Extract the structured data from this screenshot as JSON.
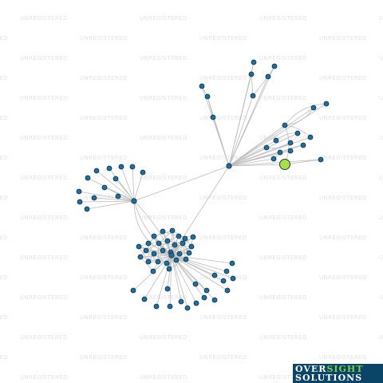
{
  "watermark": {
    "text": "UNREGISTERED"
  },
  "logo": {
    "part1": "OVER",
    "part2": "SIGHT",
    "line2": "SOLUTIONS",
    "bg_color": "#0a4466",
    "accent_color": "#7fd040"
  },
  "colors": {
    "node": "#1e6f9f",
    "focus_node": "#a6e04a",
    "edge": "#bdbdbd"
  },
  "network": {
    "nodes": [
      {
        "id": "h1",
        "role": "hub"
      },
      {
        "id": "h2",
        "role": "hub"
      },
      {
        "id": "h3",
        "role": "hub"
      },
      {
        "id": "focus",
        "role": "focus"
      }
    ]
  }
}
